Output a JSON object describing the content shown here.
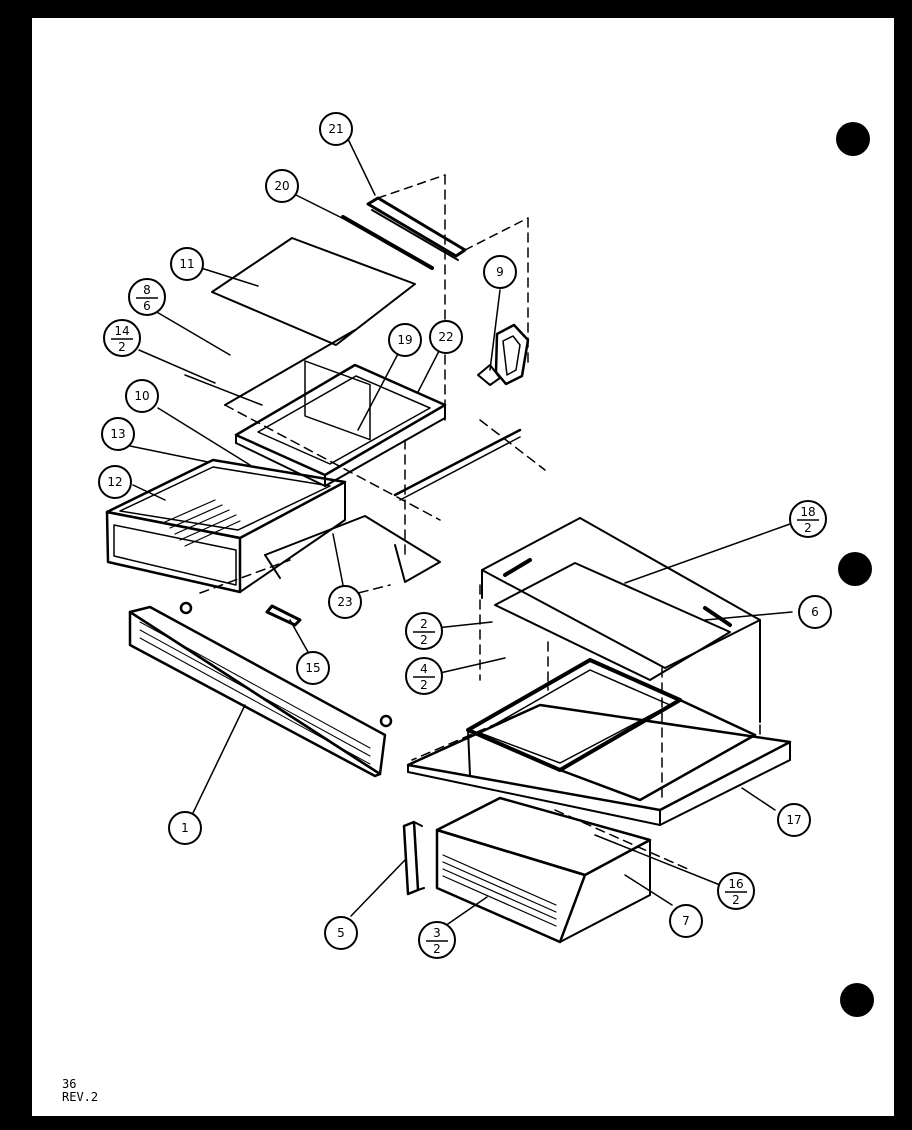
{
  "page": {
    "number": "36",
    "revision": "REV.2"
  },
  "callouts": [
    {
      "id": "c21",
      "top": "21"
    },
    {
      "id": "c20",
      "top": "20"
    },
    {
      "id": "c11",
      "top": "11"
    },
    {
      "id": "c9",
      "top": "9"
    },
    {
      "id": "c8-6",
      "top": "8",
      "bottom": "6"
    },
    {
      "id": "c14-2",
      "top": "14",
      "bottom": "2"
    },
    {
      "id": "c19",
      "top": "19"
    },
    {
      "id": "c22",
      "top": "22"
    },
    {
      "id": "c10",
      "top": "10"
    },
    {
      "id": "c13",
      "top": "13"
    },
    {
      "id": "c12",
      "top": "12"
    },
    {
      "id": "c18-2",
      "top": "18",
      "bottom": "2"
    },
    {
      "id": "c6",
      "top": "6"
    },
    {
      "id": "c23",
      "top": "23"
    },
    {
      "id": "c2-2",
      "top": "2",
      "bottom": "2"
    },
    {
      "id": "c15",
      "top": "15"
    },
    {
      "id": "c4-2",
      "top": "4",
      "bottom": "2"
    },
    {
      "id": "c1",
      "top": "1"
    },
    {
      "id": "c17",
      "top": "17"
    },
    {
      "id": "c16-2",
      "top": "16",
      "bottom": "2"
    },
    {
      "id": "c5",
      "top": "5"
    },
    {
      "id": "c3-2",
      "top": "3",
      "bottom": "2"
    },
    {
      "id": "c7",
      "top": "7"
    }
  ]
}
